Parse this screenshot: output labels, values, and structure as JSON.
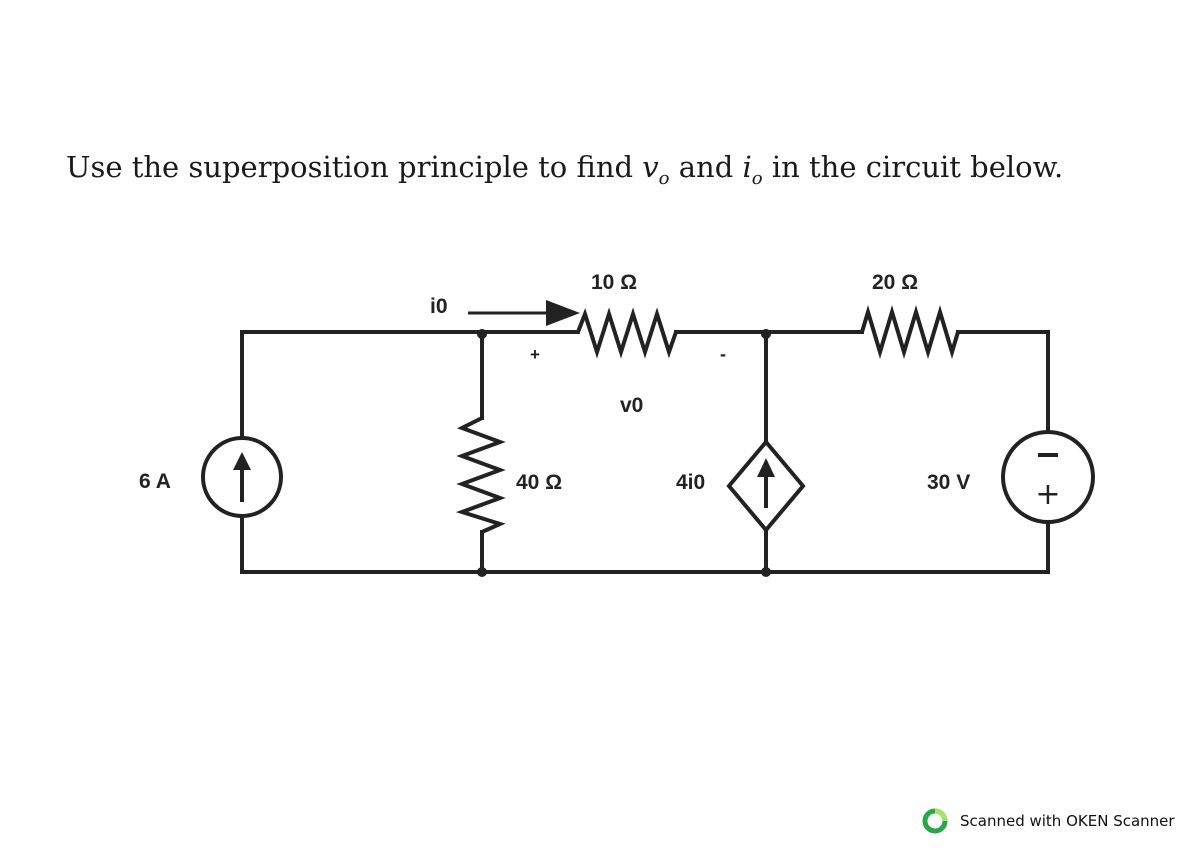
{
  "problem": {
    "part1": "Use the superposition principle to find ",
    "v_var": "v",
    "v_sub": "o",
    "part2": " and ",
    "i_var": "i",
    "i_sub": "o",
    "part3": " in the circuit below."
  },
  "circuit": {
    "current_source_label": "6 A",
    "resistor_40_label": "40 Ω",
    "resistor_10_label": "10 Ω",
    "resistor_20_label": "20 Ω",
    "current_label": "i0",
    "voltage_label": "v0",
    "voltage_plus": "+",
    "voltage_minus": "-",
    "dependent_source_label": "4i0",
    "voltage_source_label": "30 V",
    "vsource_plus": "+"
  },
  "footer": {
    "text": "Scanned with OKEN Scanner",
    "logo_icon": "oken-scanner-logo-icon",
    "logo_color": "#27a745"
  }
}
